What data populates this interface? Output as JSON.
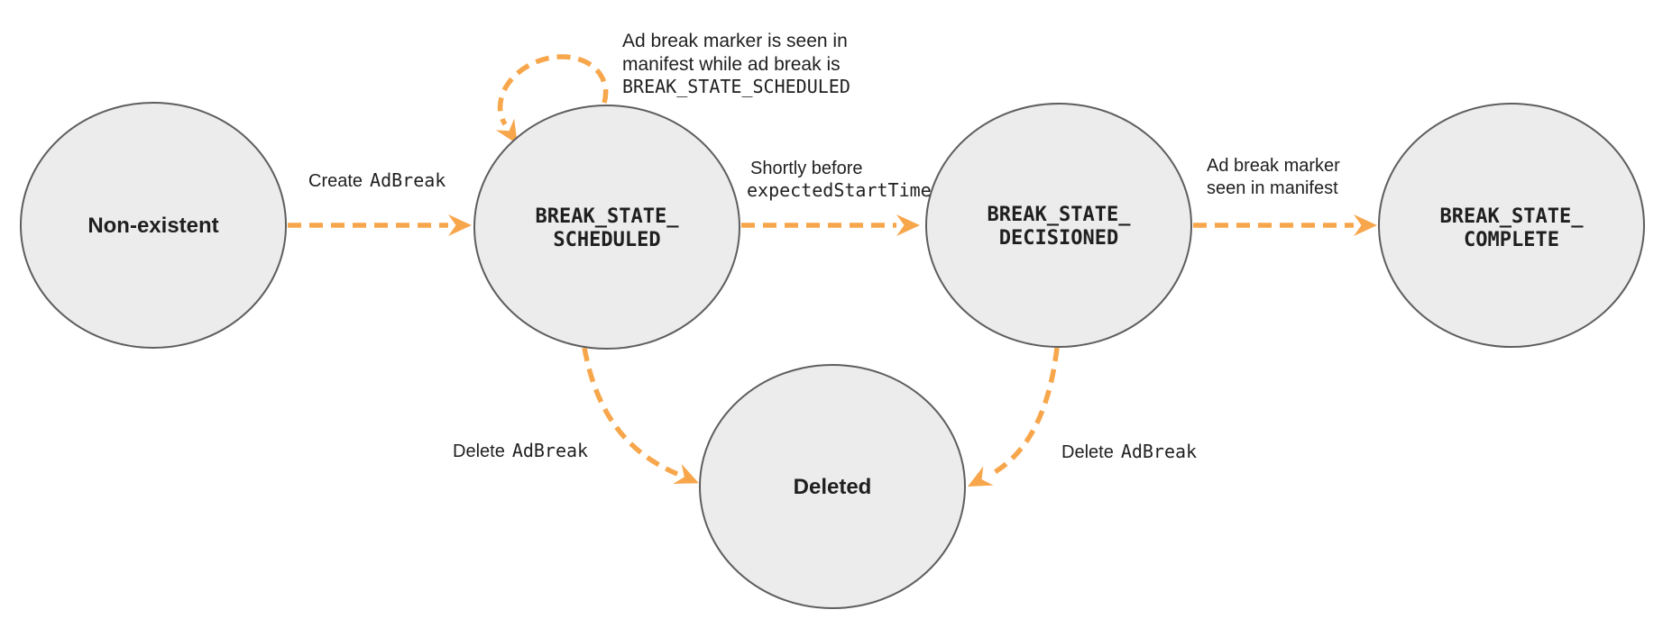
{
  "colors": {
    "arrow_orange": "#F7A64B",
    "node_fill": "#ECECEC",
    "node_stroke": "#5E5E5E",
    "text_dark": "#1F1F1F"
  },
  "states": {
    "non_existent": {
      "label": "Non-existent"
    },
    "scheduled": {
      "line1": "BREAK_STATE_",
      "line2": "SCHEDULED"
    },
    "decisioned": {
      "line1": "BREAK_STATE_",
      "line2": "DECISIONED"
    },
    "complete": {
      "line1": "BREAK_STATE_",
      "line2": "COMPLETE"
    },
    "deleted": {
      "label": "Deleted"
    }
  },
  "transitions": {
    "create": {
      "from": "non_existent",
      "to": "scheduled",
      "plain": "Create",
      "code": "AdBreak"
    },
    "self_loop": {
      "from": "scheduled",
      "to": "scheduled",
      "line1": "Ad break marker is seen in",
      "line2": "manifest while ad break is",
      "line3_code": "BREAK_STATE_SCHEDULED"
    },
    "decision": {
      "from": "scheduled",
      "to": "decisioned",
      "line1": "Shortly before",
      "line2_code": "expectedStartTime"
    },
    "complete": {
      "from": "decisioned",
      "to": "complete",
      "line1": "Ad break marker",
      "line2": "seen in manifest"
    },
    "delete_from_scheduled": {
      "from": "scheduled",
      "to": "deleted",
      "plain": "Delete",
      "code": "AdBreak"
    },
    "delete_from_decisioned": {
      "from": "decisioned",
      "to": "deleted",
      "plain": "Delete",
      "code": "AdBreak"
    }
  }
}
